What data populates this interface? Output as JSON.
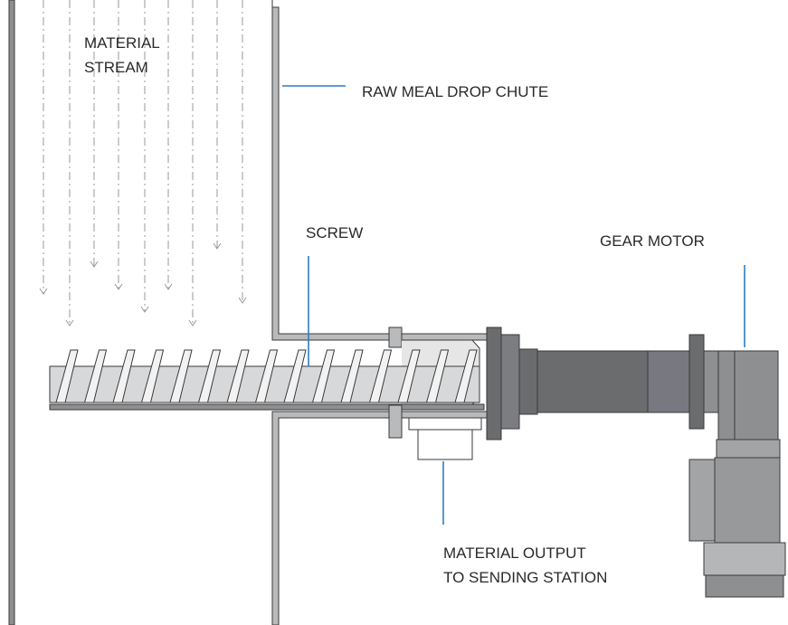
{
  "labels": {
    "material_stream_line1": "MATERIAL",
    "material_stream_line2": "STREAM",
    "raw_meal_drop_chute": "RAW MEAL DROP CHUTE",
    "screw": "SCREW",
    "gear_motor": "GEAR MOTOR",
    "material_output_line1": "MATERIAL OUTPUT",
    "material_output_line2": "TO SENDING STATION"
  },
  "colors": {
    "leader_line": "#2a7fc1",
    "metal_dark": "#6b6c6e",
    "metal_mid": "#8e8f91",
    "metal_light": "#cfd0d2",
    "outline": "#3a3a3a"
  }
}
